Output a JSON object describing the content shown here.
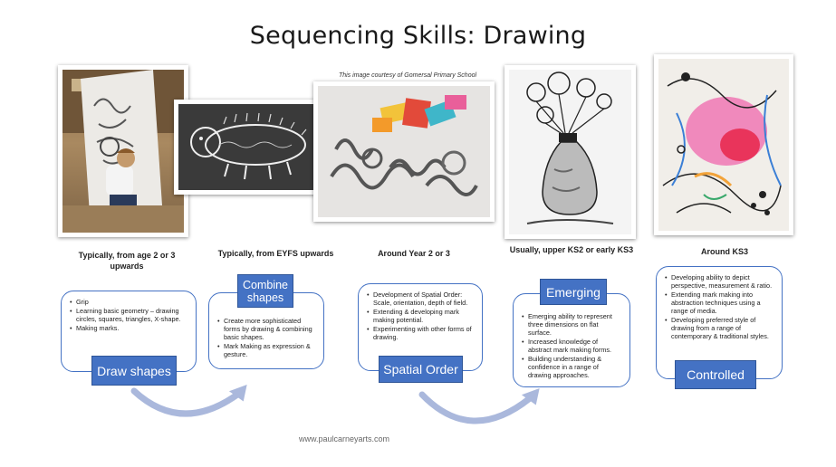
{
  "title": "Sequencing Skills: Drawing",
  "credit": "This image courtesy of Gomersal Primary School",
  "url": "www.paulcarneyarts.com",
  "colors": {
    "accent": "#4472c4",
    "arrow": "#aab8dc"
  },
  "stages": [
    {
      "label": "Typically, from age 2 or 3 upwards",
      "tag": "Draw shapes",
      "bullets": [
        "Grip",
        "Learning basic geometry – drawing circles, squares, triangles, X-shape.",
        "Making marks."
      ]
    },
    {
      "label": "Typically, from EYFS upwards",
      "tag": "Combine shapes",
      "bullets": [
        "Create more sophisticated forms by drawing & combining basic shapes.",
        "Mark Making as expression & gesture."
      ]
    },
    {
      "label": "Around Year 2 or 3",
      "tag": "Spatial Order",
      "bullets": [
        "Development of Spatial Order: Scale, orientation, depth of field.",
        "Extending & developing mark making potential.",
        "Experimenting with other forms of drawing."
      ]
    },
    {
      "label": "Usually, upper KS2 or early KS3",
      "tag": "Emerging",
      "bullets": [
        "Emerging ability to represent three dimensions on flat surface.",
        "Increased knowledge of abstract mark making forms.",
        "Building understanding & confidence in a range of drawing approaches."
      ]
    },
    {
      "label": "Around KS3",
      "tag": "Controlled",
      "bullets": [
        "Developing ability to depict perspective, measurement & ratio.",
        "Extending mark making into abstraction techniques using a range of media.",
        "Developing preferred style of drawing from a range of contemporary & traditional styles."
      ]
    }
  ]
}
